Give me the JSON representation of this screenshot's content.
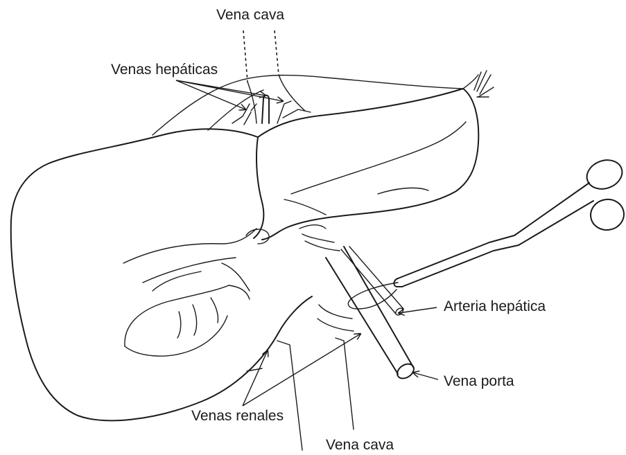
{
  "labels": {
    "vena_cava_top": "Vena cava",
    "venas_hepaticas": "Venas hepáticas",
    "arteria_hepatica": "Arteria hepática",
    "vena_porta": "Vena porta",
    "venas_renales": "Venas renales",
    "vena_cava_bottom": "Vena cava"
  },
  "colors": {
    "ink": "#1a1a1a",
    "background": "#ffffff"
  }
}
